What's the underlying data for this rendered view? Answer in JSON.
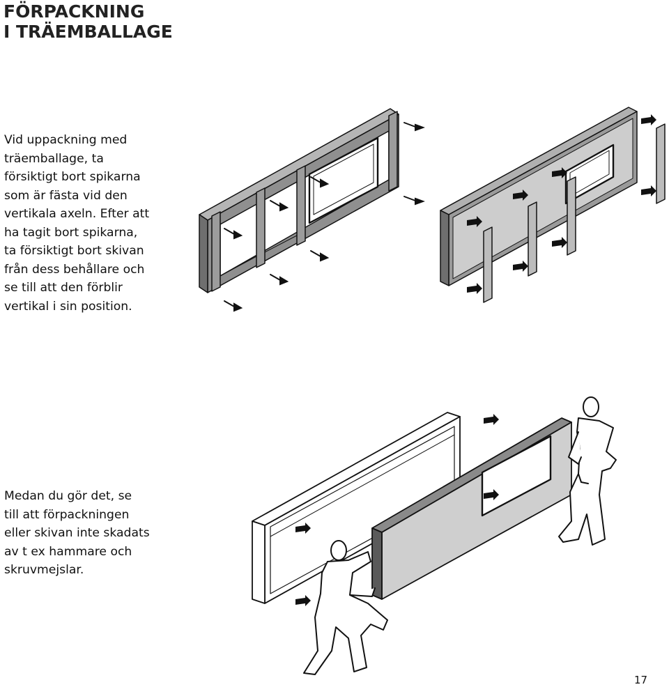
{
  "heading": {
    "line1": "FÖRPACKNING",
    "line2": "I TRÄEMBALLAGE"
  },
  "paragraph1": {
    "lines": [
      "Vid uppackning med",
      "träemballage, ta",
      "försiktigt bort spikarna",
      "som är fästa vid den",
      "vertikala axeln. Efter att",
      "ha tagit bort spikarna,",
      "ta försiktigt bort skivan",
      "från dess behållare och",
      "se till att den förblir",
      "vertikal i sin position."
    ]
  },
  "paragraph2": {
    "lines": [
      "Medan du gör det, se",
      "till att förpackningen",
      "eller skivan inte skadats",
      "av t ex hammare och",
      "skruvmejslar."
    ]
  },
  "page_number": "17",
  "colors": {
    "frame_dark": "#8c8c8c",
    "frame_light": "#c6c6c6",
    "panel": "#cfcfcf",
    "outline": "#111111"
  }
}
